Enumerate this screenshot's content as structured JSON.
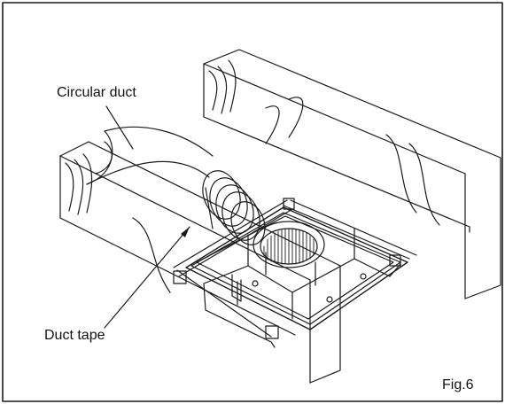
{
  "labels": {
    "circular_duct": "Circular duct",
    "duct_tape": "Duct tape",
    "figure_number": "Fig.6"
  },
  "colors": {
    "stroke": "#1a1a1a",
    "background": "#ffffff"
  }
}
